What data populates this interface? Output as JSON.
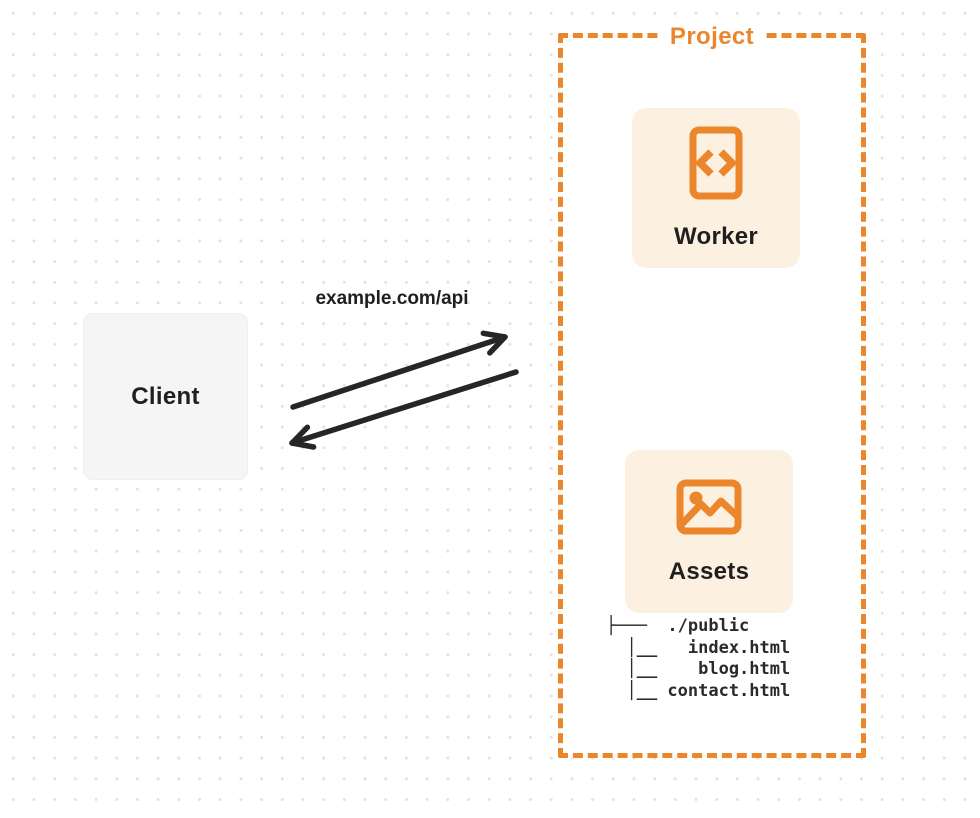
{
  "theme": {
    "accent": "#EB862C",
    "card_bg": "#FCF1E1",
    "client_bg": "#F5F5F6",
    "ink": "#262626",
    "dot": "#E3E3E3",
    "page_bg": "#FFFFFF"
  },
  "client": {
    "label": "Client"
  },
  "request": {
    "label": "example.com/api"
  },
  "project": {
    "label": "Project",
    "worker": {
      "label": "Worker",
      "icon": "code-document-icon"
    },
    "assets": {
      "label": "Assets",
      "icon": "image-icon"
    },
    "file_tree": {
      "root": "./public",
      "files": [
        "index.html",
        "blog.html",
        "contact.html"
      ],
      "text": "├───  ./public\n  │__   index.html\n  │__    blog.html\n  │__ contact.html"
    }
  }
}
